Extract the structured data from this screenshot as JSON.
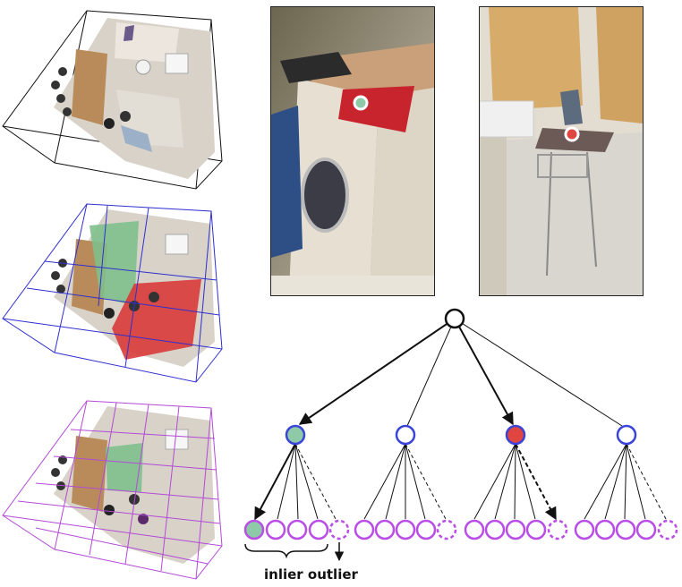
{
  "figure": {
    "colors": {
      "root_stroke": "#111111",
      "level1_grid": "#2f2fd0",
      "level2_grid": "#b34ad8",
      "level0_grid": "#111111",
      "node_blue": "#3a44d8",
      "node_purple": "#b84ee6",
      "inlier_fill": "#8fcaa8",
      "outlier_fill": "#e0463f",
      "green_region": "#7fbf8c",
      "red_region": "#d83a3a"
    },
    "tree": {
      "level1_nodes": [
        {
          "id": "n1",
          "fill": "inlier",
          "highlighted_path": true
        },
        {
          "id": "n2",
          "fill": "none",
          "highlighted_path": false
        },
        {
          "id": "n3",
          "fill": "outlier",
          "highlighted_path": true
        },
        {
          "id": "n4",
          "fill": "none",
          "highlighted_path": false
        }
      ],
      "leaves_per_node": 5
    },
    "labels": {
      "bottom_caption": "inlier outlier"
    },
    "photos": [
      {
        "name": "laundry-photo",
        "marker": "inlier"
      },
      {
        "name": "ironing-photo",
        "marker": "outlier"
      }
    ]
  }
}
